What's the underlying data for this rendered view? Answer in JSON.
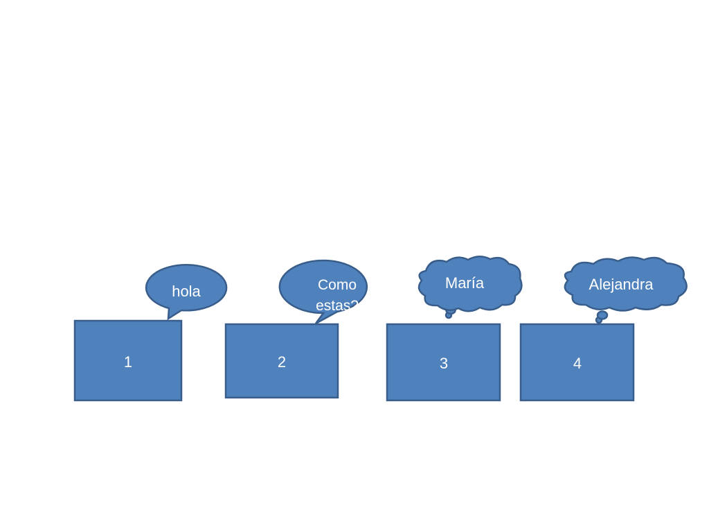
{
  "colors": {
    "fill": "#4f81bd",
    "stroke": "#385d8a",
    "text": "#ffffff",
    "background": "#ffffff"
  },
  "boxes": [
    {
      "label": "1"
    },
    {
      "label": "2"
    },
    {
      "label": "3"
    },
    {
      "label": "4"
    }
  ],
  "callouts": [
    {
      "kind": "speech",
      "lines": [
        "hola"
      ]
    },
    {
      "kind": "speech",
      "lines": [
        "Como",
        "estas?"
      ]
    },
    {
      "kind": "thought",
      "lines": [
        "María"
      ]
    },
    {
      "kind": "thought",
      "lines": [
        "Alejandra"
      ]
    }
  ]
}
